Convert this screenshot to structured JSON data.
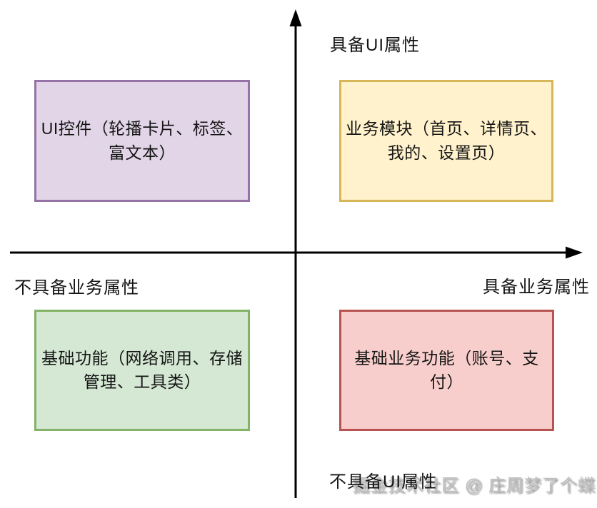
{
  "diagram": {
    "type": "quadrant-matrix",
    "axis_color": "#000000",
    "axis_labels": {
      "top": "具备UI属性",
      "bottom": "不具备UI属性",
      "left": "不具备业务属性",
      "right": "具备业务属性"
    },
    "quadrants": [
      {
        "id": "top-left",
        "label": "UI控件（轮播卡片、标签、\n富文本）",
        "fill": "#E1D5E7",
        "stroke": "#9673A6"
      },
      {
        "id": "top-right",
        "label": "业务模块（首页、详情页、\n我的、设置页）",
        "fill": "#FFF2CC",
        "stroke": "#D6B656"
      },
      {
        "id": "bottom-left",
        "label": "基础功能（网络调用、存储\n管理、工具类）",
        "fill": "#D5E8D4",
        "stroke": "#82B366"
      },
      {
        "id": "bottom-right",
        "label": "基础业务功能（账号、支\n付）",
        "fill": "#F8CECC",
        "stroke": "#B85450"
      }
    ]
  },
  "watermark": {
    "text": "掘金技术社区 @ 庄周梦了个蝶"
  }
}
